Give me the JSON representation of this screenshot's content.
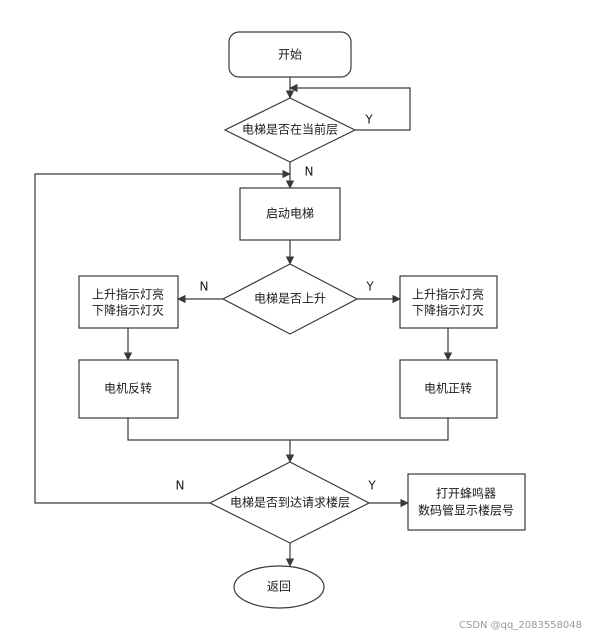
{
  "nodes": {
    "start": "开始",
    "at_floor": "电梯是否在当前层",
    "start_elevator": "启动电梯",
    "going_up": "电梯是否上升",
    "left_lights": [
      "上升指示灯亮",
      "下降指示灯灭"
    ],
    "right_lights": [
      "上升指示灯亮",
      "下降指示灯灭"
    ],
    "motor_reverse": "电机反转",
    "motor_forward": "电机正转",
    "reached_floor": "电梯是否到达请求楼层",
    "buzzer_display": [
      "打开蜂鸣器",
      "数码管显示楼层号"
    ],
    "return": "返回"
  },
  "labels": {
    "yes": "Y",
    "no": "N"
  },
  "colors": {
    "line": "#3a3a3a",
    "text": "#1a1a1a",
    "background": "#ffffff"
  },
  "watermark": "CSDN @qq_2083558048"
}
